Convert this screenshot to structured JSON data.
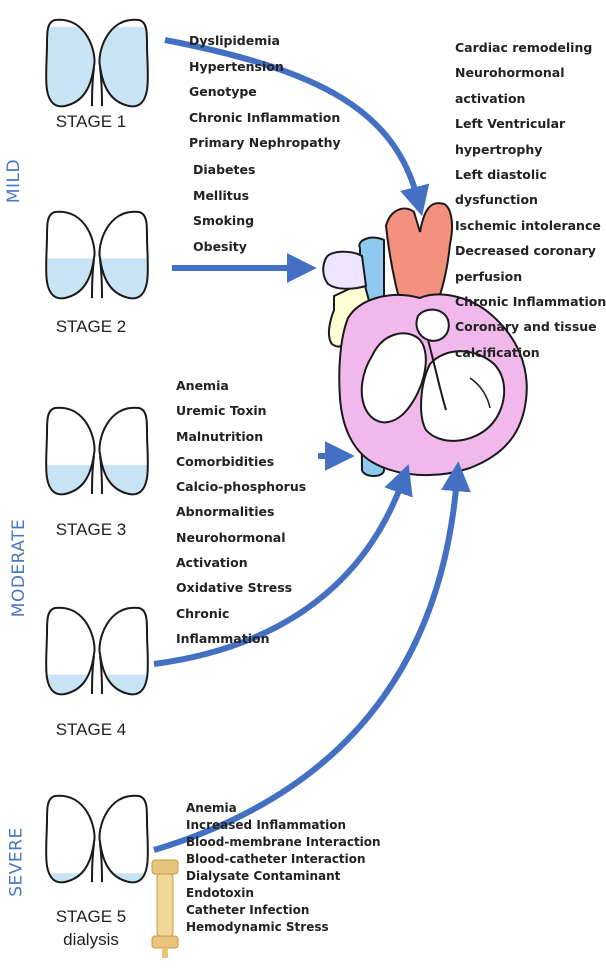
{
  "severity_labels": {
    "mild": "MILD",
    "moderate": "MODERATE",
    "severe": "SEVERE"
  },
  "stages": [
    {
      "label": "STAGE 1",
      "fill_level": 0.9
    },
    {
      "label": "STAGE 2",
      "fill_level": 0.45
    },
    {
      "label": "STAGE 3",
      "fill_level": 0.33
    },
    {
      "label": "STAGE 4",
      "fill_level": 0.22
    },
    {
      "label": "STAGE 5",
      "sublabel": "dialysis",
      "fill_level": 0.1
    }
  ],
  "factors": {
    "mild_group_a": [
      "Dyslipidemia",
      "Hypertension",
      "Genotype",
      "Chronic Inflammation",
      "Primary Nephropathy"
    ],
    "mild_group_b": [
      "Diabetes",
      "Mellitus",
      "Smoking",
      "Obesity"
    ],
    "moderate": [
      "Anemia",
      "Uremic Toxin",
      "Malnutrition",
      "Comorbidities",
      "Calcio-phosphorus",
      "Abnormalities",
      "Neurohormonal",
      "Activation",
      "Oxidative Stress",
      "Chronic",
      "Inflammation"
    ],
    "severe": [
      "Anemia",
      "Increased Inflammation",
      "Blood-membrane Interaction",
      "Blood-catheter Interaction",
      "Dialysate Contaminant",
      "Endotoxin",
      "Catheter Infection",
      "Hemodynamic Stress"
    ]
  },
  "cardiac_effects": [
    "Cardiac remodeling",
    "Neurohormonal",
    "activation",
    "Left Ventricular",
    "hypertrophy",
    "Left diastolic",
    "dysfunction",
    "Ischemic intolerance",
    "Decreased coronary",
    "perfusion",
    "Chronic Inflammation",
    "Coronary and tissue",
    "calcification"
  ],
  "colors": {
    "arrow": "#4470c4",
    "severity_text": "#4a78c8",
    "kidney_fill": "#c8e4f4",
    "heart_pink": "#f1b8ec",
    "aorta": "#f4907e",
    "vena_cava": "#8ec9ef",
    "pulmonary": "#ffffd6",
    "filter": "#e8c47a"
  }
}
